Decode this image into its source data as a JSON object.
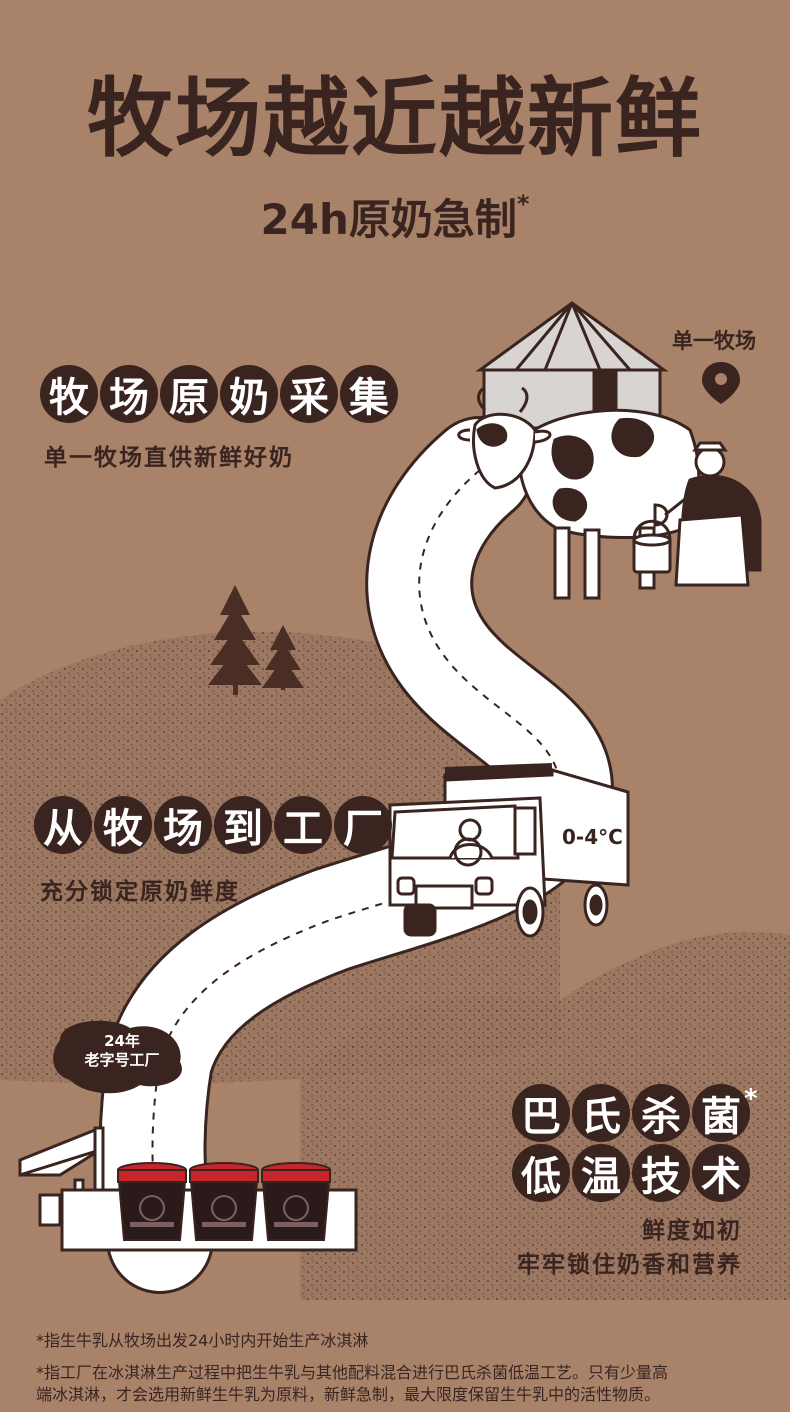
{
  "header": {
    "title": "牧场越近越新鲜",
    "subtitle": "24h原奶急制",
    "subtitle_mark": "*"
  },
  "sections": {
    "farm": {
      "pills": [
        "牧",
        "场",
        "原",
        "奶",
        "采",
        "集"
      ],
      "desc": "单一牧场直供新鲜好奶"
    },
    "transport": {
      "pills": [
        "从",
        "牧",
        "场",
        "到",
        "工",
        "厂"
      ],
      "desc": "充分锁定原奶鲜度"
    },
    "process": {
      "pills_line1": [
        "巴",
        "氏",
        "杀",
        "菌"
      ],
      "pills_line2": [
        "低",
        "温",
        "技",
        "术"
      ],
      "mark": "*",
      "desc_line1": "鲜度如初",
      "desc_line2": "牢牢锁住奶香和营养"
    }
  },
  "map_label": "单一牧场",
  "truck_temp": "0-4°C",
  "factory_bubble": {
    "line1": "24年",
    "line2": "老字号工厂"
  },
  "footnotes": {
    "note1": "*指生牛乳从牧场出发24小时内开始生产冰淇淋",
    "note2_line1": "*指工厂在冰淇淋生产过程中把生牛乳与其他配料混合进行巴氏杀菌低温工艺。只有少量高",
    "note2_line2": "端冰淇淋，才会选用新鲜生牛乳为原料，新鲜急制，最大限度保留生牛乳中的活性物质。"
  },
  "colors": {
    "background": "#a8836a",
    "dark_brown": "#3a2420",
    "road_white": "#ffffff",
    "tub_red": "#c8242b"
  },
  "icons": [
    "location-pin-icon",
    "yurt-illustration",
    "cow-illustration",
    "milker-illustration",
    "tree-icon",
    "truck-illustration",
    "ice-cream-tub-icon"
  ]
}
